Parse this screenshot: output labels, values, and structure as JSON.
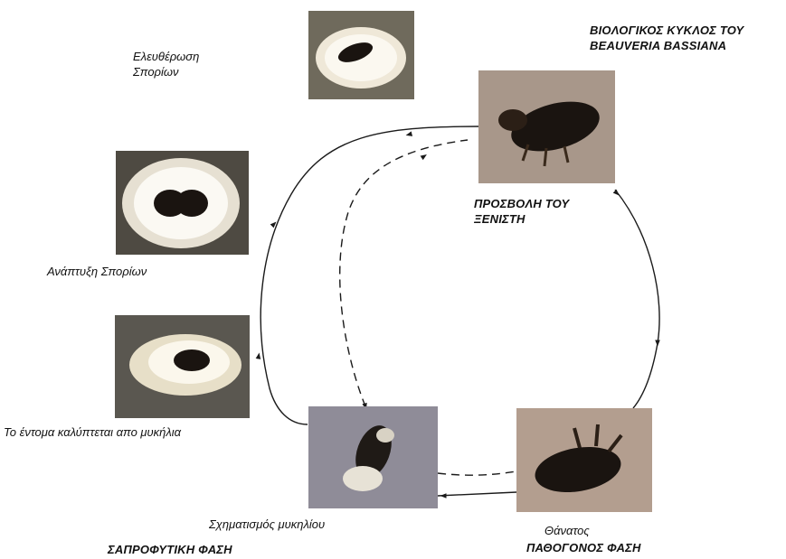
{
  "title": {
    "line1": "ΒΙΟΛΟΓΙΚΟΣ ΚΥΚΛΟΣ ΤΟΥ",
    "line2": "BEAUVERIA BASSIANA"
  },
  "stages": {
    "spore_release": {
      "line1": "Ελευθέρωση",
      "line2": "Σπορίων"
    },
    "host_attack": {
      "line1": "ΠΡΟΣΒΟΛΗ ΤΟΥ",
      "line2": "ΞΕΝΙΣΤΗ"
    },
    "spore_development": "Ανάπτυξη Σπορίων",
    "insect_covered": "Το έντομα καλύπτεται απο μυκήλια",
    "mycelium_formation": "Σχηματισμός μυκηλίου",
    "death": "Θάνατος"
  },
  "phases": {
    "saprophytic": "ΣΑΠΡΟΦΥΤΙΚΗ ΦΑΣΗ",
    "pathogenic": "ΠΑΘΟΓΟΝΟΣ ΦΑΣΗ"
  },
  "colors": {
    "line": "#1a1a1a",
    "mycelium": "#f3eee6",
    "beetle": "#1a1410",
    "photo_bg": "#8a7a66"
  }
}
